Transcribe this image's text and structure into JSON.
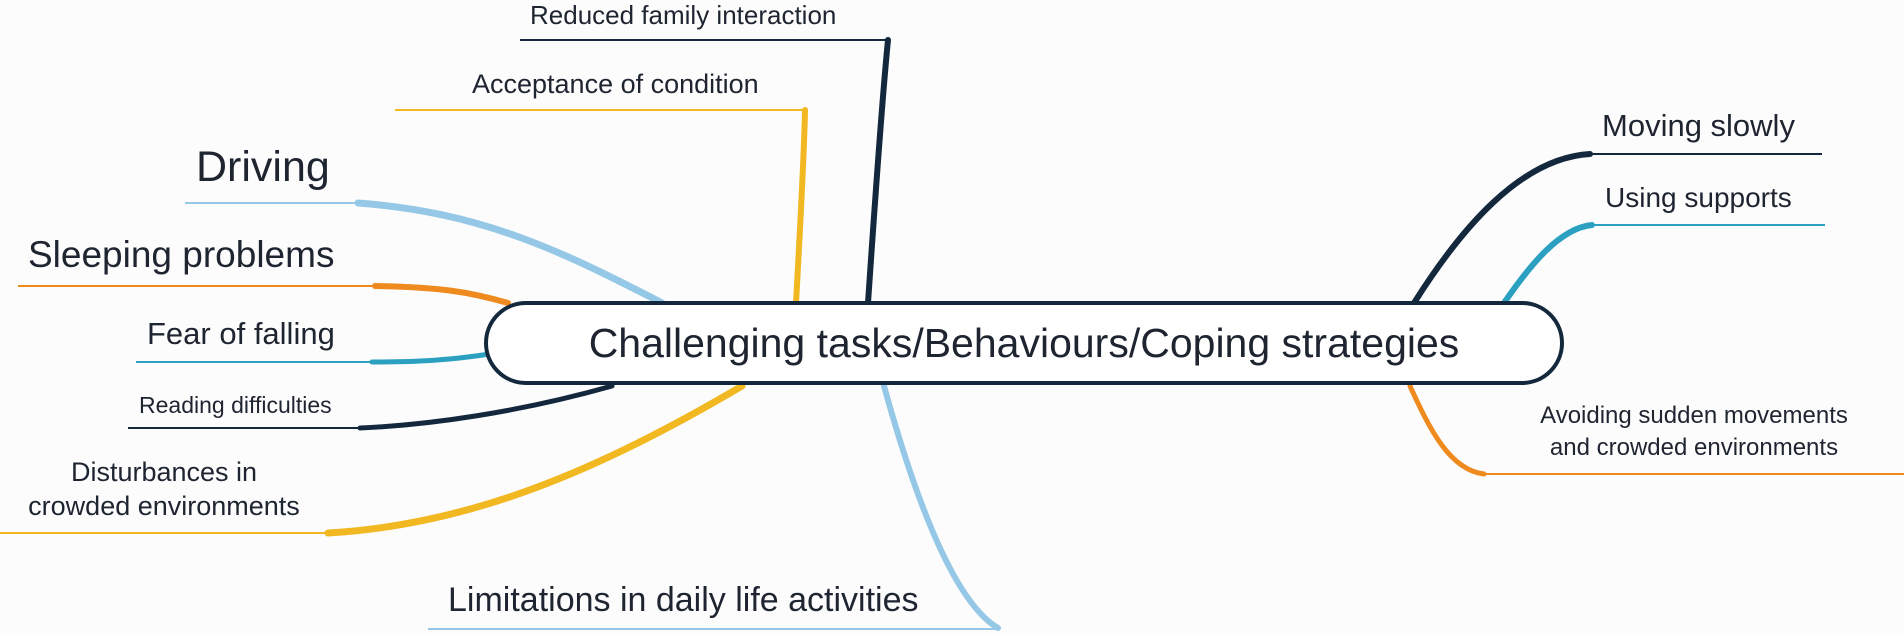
{
  "center": {
    "label": "Challenging tasks/Behaviours/Coping strategies",
    "border_color": "#13283d"
  },
  "branches": {
    "reduced_family_interaction": {
      "label": "Reduced family interaction",
      "color": "#13283d"
    },
    "acceptance_of_condition": {
      "label": "Acceptance of condition",
      "color": "#f2b821"
    },
    "driving": {
      "label": "Driving",
      "color": "#95c8e6"
    },
    "sleeping_problems": {
      "label": "Sleeping problems",
      "color": "#ef8a1e"
    },
    "fear_of_falling": {
      "label": "Fear of falling",
      "color": "#2ba0c0"
    },
    "reading_difficulties": {
      "label": "Reading difficulties",
      "color": "#13283d"
    },
    "disturbances": {
      "line1": "Disturbances in",
      "line2": "crowded environments",
      "color": "#f2b821"
    },
    "limitations": {
      "label": "Limitations in daily life activities",
      "color": "#95c8e6"
    },
    "moving_slowly": {
      "label": "Moving slowly",
      "color": "#13283d"
    },
    "using_supports": {
      "label": "Using supports",
      "color": "#2ba0c0"
    },
    "avoiding": {
      "line1": "Avoiding sudden movements",
      "line2": "and crowded environments",
      "color": "#ef8a1e"
    }
  }
}
